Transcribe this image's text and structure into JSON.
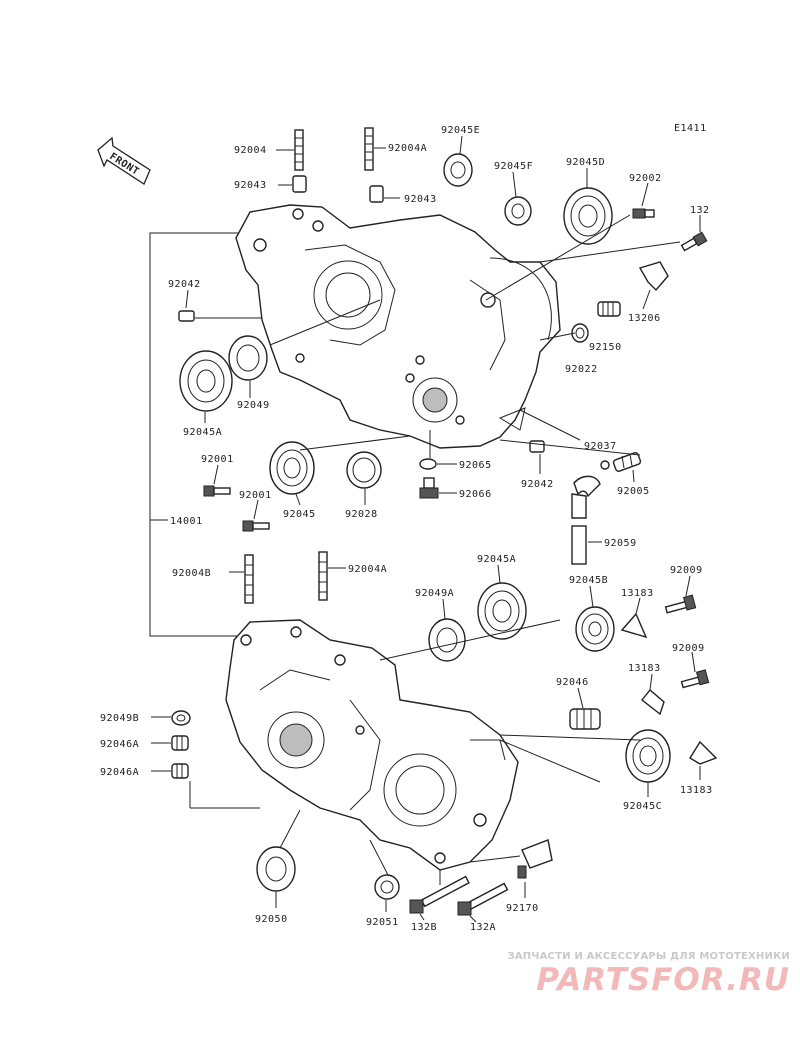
{
  "diagram_code": "E1411",
  "front_label": "FRONT",
  "group_label": "14001",
  "parts": {
    "p92004": "92004",
    "p92004A_top": "92004A",
    "p92045E": "92045E",
    "p92043_left": "92043",
    "p92043_right": "92043",
    "p92045F": "92045F",
    "p92045D": "92045D",
    "p92002": "92002",
    "p132": "132",
    "p92042_top": "92042",
    "p13206": "13206",
    "p92150": "92150",
    "p92022": "92022",
    "p92049": "92049",
    "p92045A_left": "92045A",
    "p92001_a": "92001",
    "p92001_b": "92001",
    "p92065": "92065",
    "p92066": "92066",
    "p92045": "92045",
    "p92028": "92028",
    "p92042_mid": "92042",
    "p92037": "92037",
    "p92005": "92005",
    "p92059": "92059",
    "p92004B": "92004B",
    "p92004A_low": "92004A",
    "p92045A_low": "92045A",
    "p92049A": "92049A",
    "p92045B": "92045B",
    "p92009_a": "92009",
    "p13183_a": "13183",
    "p92009_b": "92009",
    "p13183_b": "13183",
    "p92046": "92046",
    "p92049B": "92049B",
    "p92046A_a": "92046A",
    "p92046A_b": "92046A",
    "p13183_c": "13183",
    "p92045C": "92045C",
    "p92170": "92170",
    "p92050": "92050",
    "p92051": "92051",
    "p132B": "132B",
    "p132A": "132A"
  },
  "watermark": {
    "tagline": "ЗАПЧАСТИ И АКСЕССУАРЫ ДЛЯ МОТОТЕХНИКИ",
    "logo": "PARTSFOR.RU"
  }
}
